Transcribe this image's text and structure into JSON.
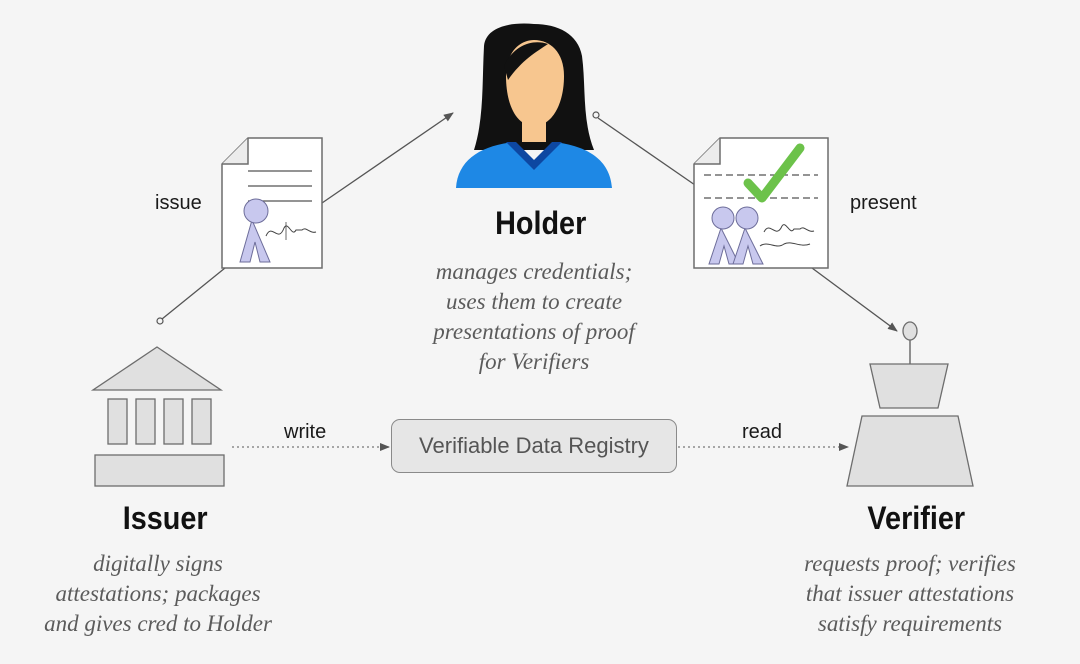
{
  "roles": {
    "holder": {
      "name": "Holder",
      "description": [
        "manages credentials;",
        "uses them to create",
        "presentations of proof",
        "for Verifiers"
      ]
    },
    "issuer": {
      "name": "Issuer",
      "description": [
        "digitally signs",
        "attestations; packages",
        "and gives cred to Holder"
      ]
    },
    "verifier": {
      "name": "Verifier",
      "description": [
        "requests proof; verifies",
        "that issuer attestations",
        "satisfy requirements"
      ]
    }
  },
  "flows": {
    "issue": "issue",
    "present": "present",
    "write": "write",
    "read": "read"
  },
  "registry": {
    "label": "Verifiable Data Registry"
  },
  "colors": {
    "background": "#f5f5f5",
    "icon_gray": "#e0e0e0",
    "icon_stroke": "#6d6d6d",
    "holder_blue": "#1e88e5",
    "holder_skin": "#f7c68f",
    "check_green": "#6cc24a",
    "person_lavender": "#c8c8ee"
  },
  "icons": [
    "building-icon",
    "holder-person-icon",
    "podium-icon",
    "credential-document-icon",
    "presentation-document-icon",
    "checkmark-icon"
  ]
}
